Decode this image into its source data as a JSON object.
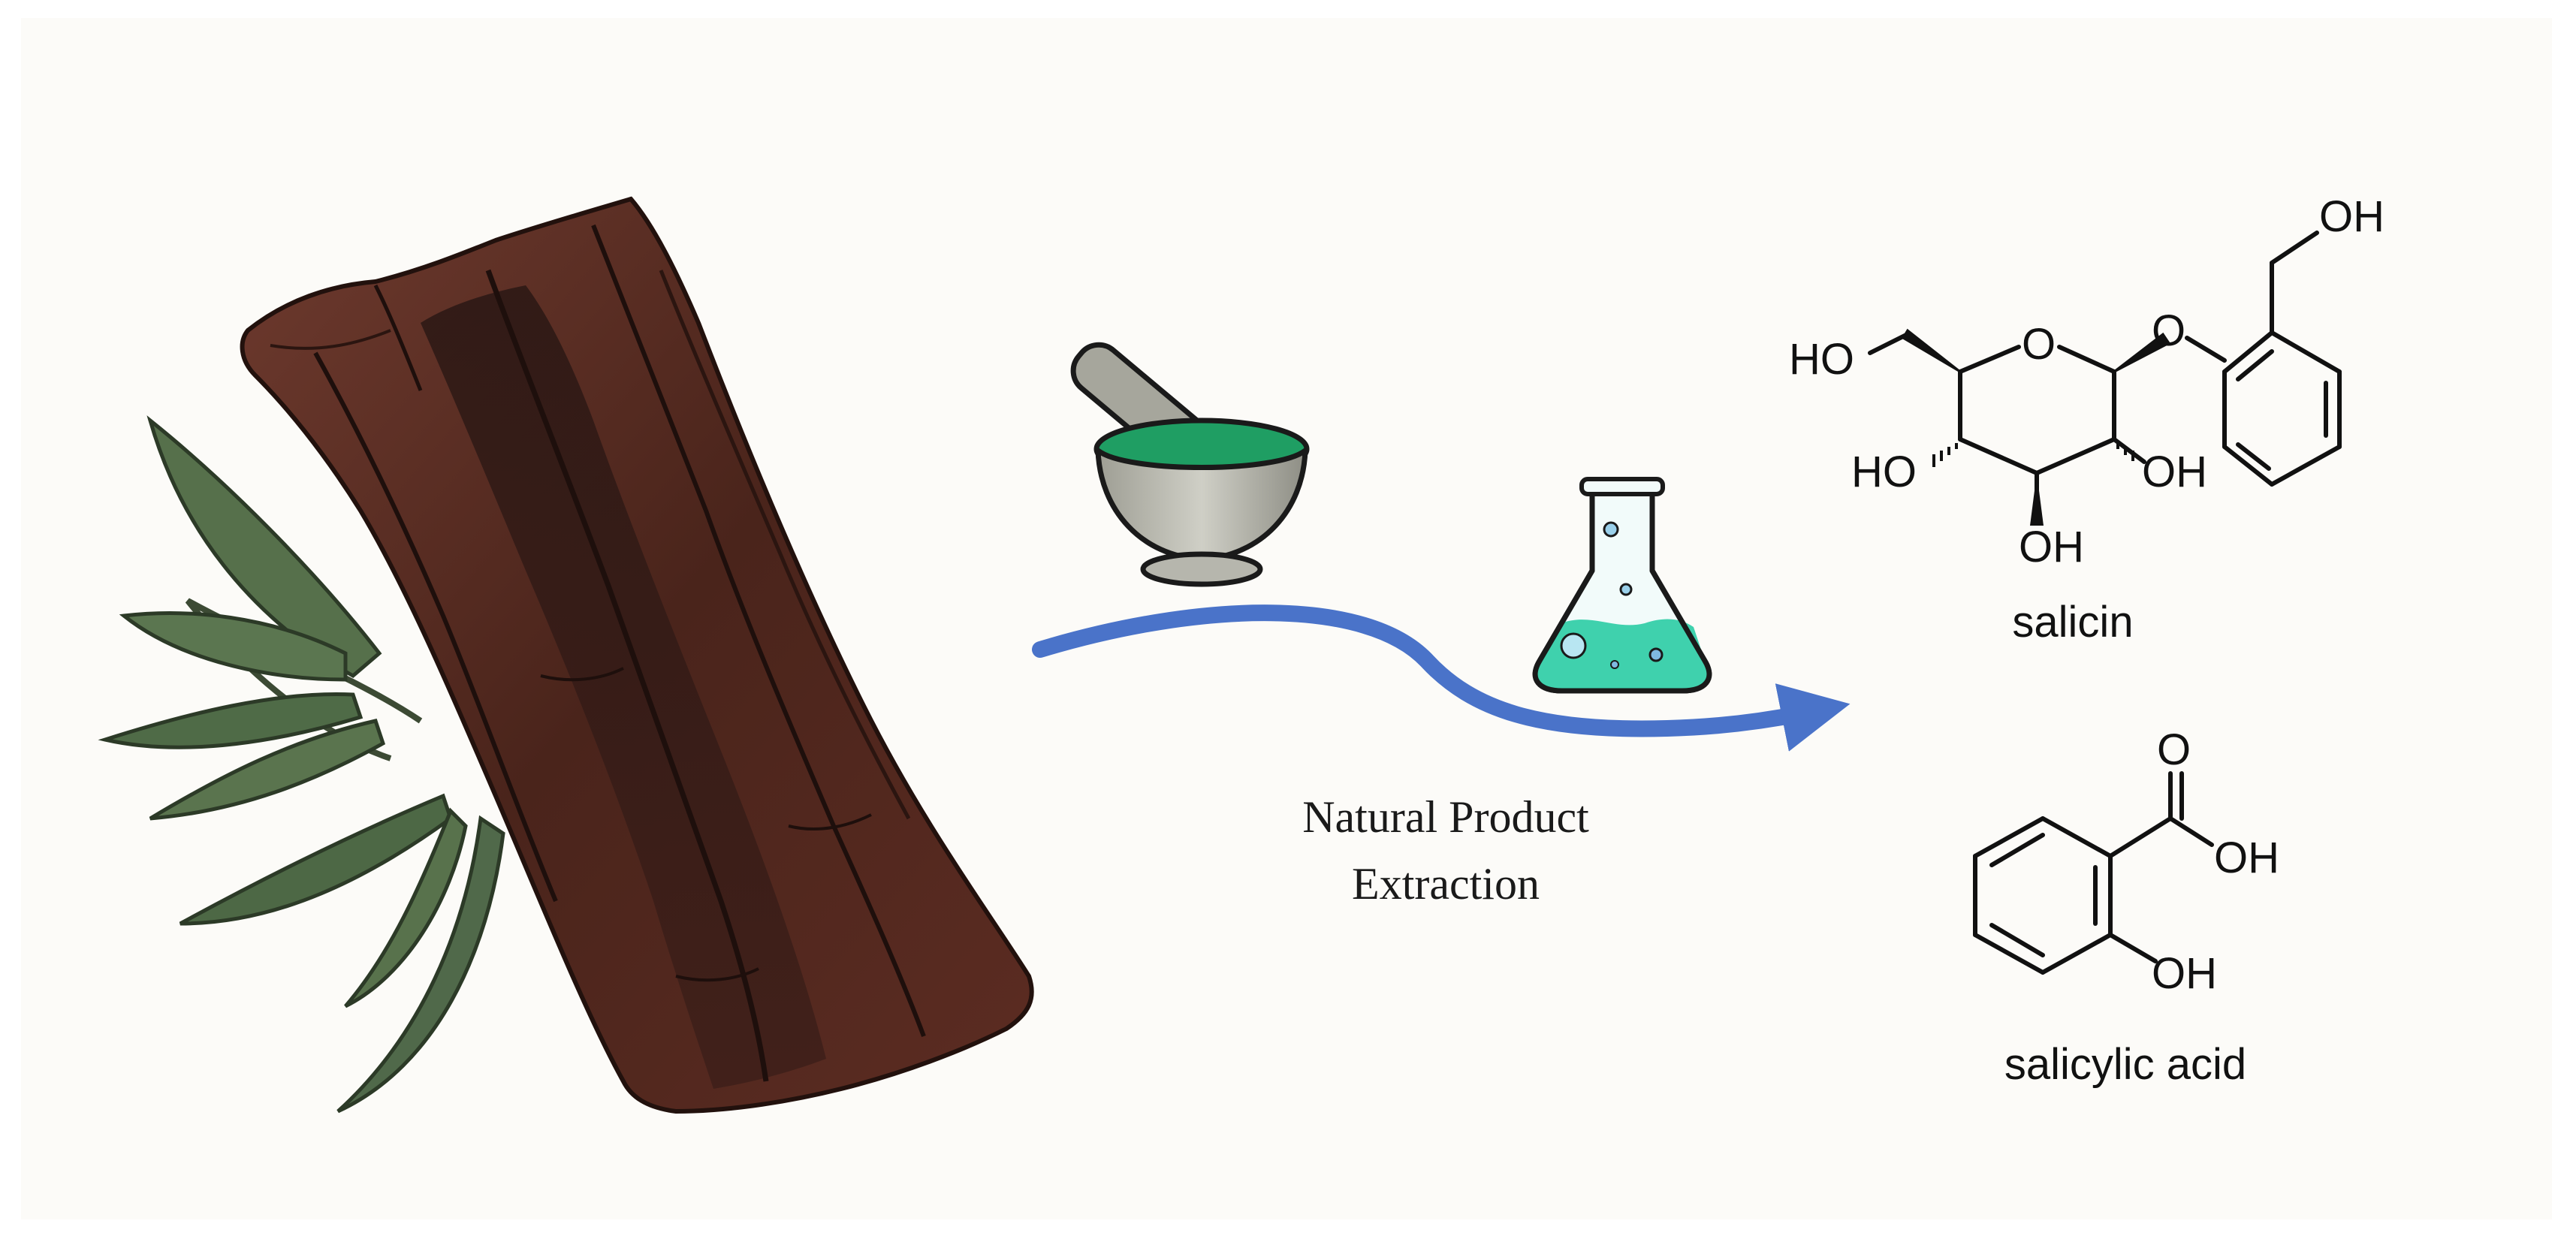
{
  "process": {
    "caption_line1": "Natural Product",
    "caption_line2": "Extraction"
  },
  "salicin": {
    "name": "salicin",
    "labels": {
      "oh_benzylic": "OH",
      "ring_o": "O",
      "glyco_o": "O",
      "ho_left": "HO",
      "ho_c4": "HO",
      "oh_c2": "OH",
      "oh_c3": "OH"
    }
  },
  "salicylic_acid": {
    "name": "salicylic acid",
    "labels": {
      "carbonyl_o": "O",
      "acid_oh": "OH",
      "phenol_oh": "OH"
    }
  },
  "icons": [
    "willow-bark-icon",
    "willow-leaves-icon",
    "mortar-and-pestle-icon",
    "erlenmeyer-flask-icon",
    "process-arrow-icon"
  ],
  "colors": {
    "background": "#fcfbf8",
    "arrow": "#4a73c9",
    "bark": "#5a2e22",
    "leaf": "#4f6b47",
    "mortar_green": "#1f9e63",
    "flask_liquid": "#3fd1ad"
  }
}
